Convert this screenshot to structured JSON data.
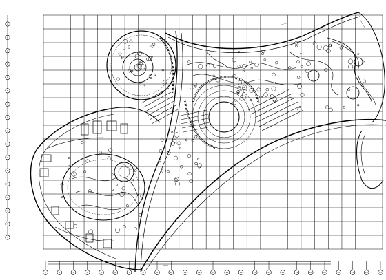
{
  "drawing": {
    "type": "landscape master plan with coordinate grid",
    "colors": {
      "ink": "#000000",
      "paper": "#ffffff"
    },
    "grid": {
      "columns": 25,
      "rows": 17
    },
    "scale_bar_label": "——",
    "note_labels": [
      "———",
      "——",
      "———"
    ],
    "left_axis_labels": [
      "A",
      "B",
      "C",
      "D",
      "E",
      "F",
      "G",
      "H",
      "J",
      "K",
      "L",
      "M",
      "N",
      "P",
      "Q",
      "R",
      "S"
    ],
    "bottom_axis_labels": [
      "1",
      "2",
      "3",
      "4",
      "5",
      "6",
      "7",
      "8",
      "9",
      "10",
      "11",
      "12",
      "13",
      "14",
      "15",
      "16",
      "17",
      "18",
      "19",
      "20",
      "21",
      "22",
      "23",
      "24",
      "25"
    ]
  }
}
